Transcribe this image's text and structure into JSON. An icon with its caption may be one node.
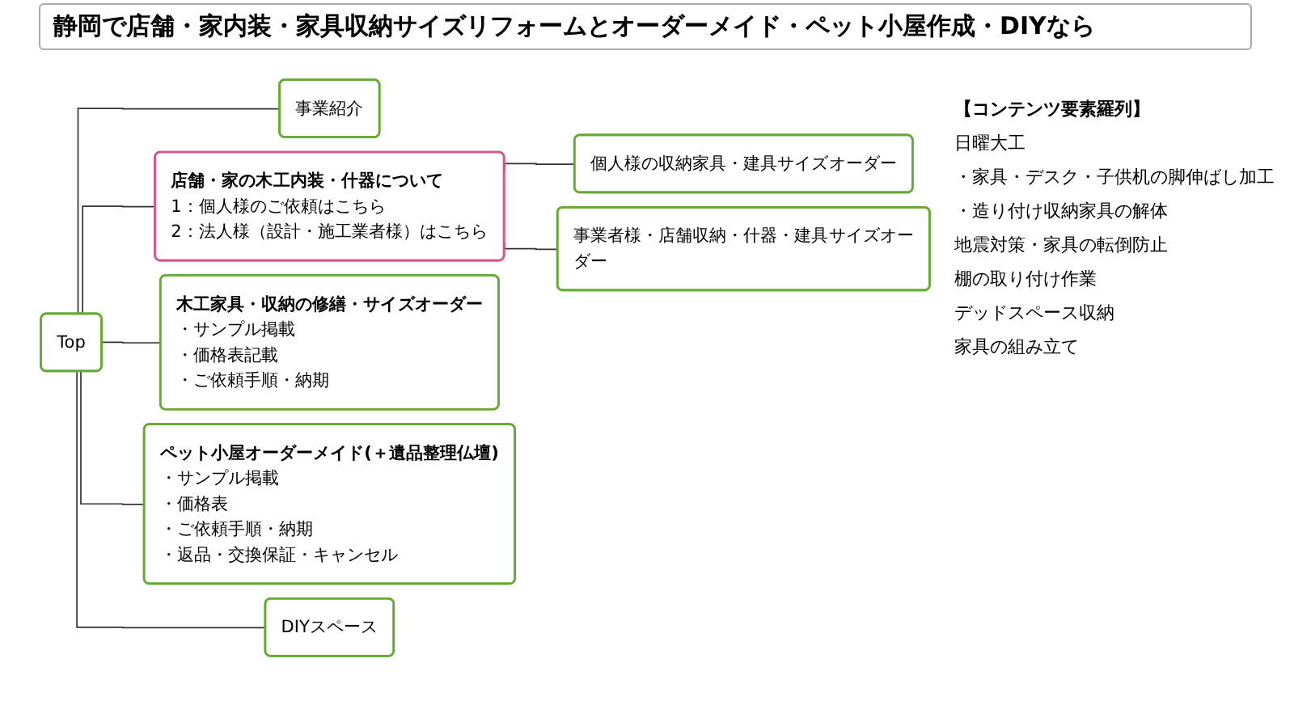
{
  "diagram": {
    "title": "静岡で店舗・家内装・家具収納サイズリフォームとオーダーメイド・ペット小屋作成・DIYなら",
    "nodes": [
      {
        "text": [
          "Top"
        ]
      },
      {
        "text": [
          "事業紹介"
        ]
      },
      {
        "text": [
          "店舗・家の木工内装・什器について",
          "1：個人様のご依頼はこちら",
          "2：法人様（設計・施工業者様）はこちら"
        ]
      },
      {
        "text": [
          "個人様の収納家具・建具サイズオーダー"
        ]
      },
      {
        "text": [
          "事業者様・店舗収納・什器・建具サイズオーダー"
        ]
      },
      {
        "text": [
          "木工家具・収納の修繕・サイズオーダー",
          "・サンプル掲載",
          "・価格表記載",
          "・ご依頼手順・納期"
        ]
      },
      {
        "text": [
          "ペット小屋オーダーメイド(＋遺品整理仏壇)",
          "・サンプル掲載",
          "・価格表",
          "・ご依頼手順・納期",
          "・返品・交換保証・キャンセル"
        ]
      },
      {
        "text": [
          "DIYスペース"
        ]
      }
    ],
    "edges": [
      {
        "from": 0,
        "to": 1,
        "arrow": "none"
      },
      {
        "from": 0,
        "to": 2,
        "arrow": "none"
      },
      {
        "from": 0,
        "to": 5,
        "arrow": "none"
      },
      {
        "from": 0,
        "to": 6,
        "arrow": "none"
      },
      {
        "from": 0,
        "to": 7,
        "arrow": "none"
      },
      {
        "from": 2,
        "to": 3,
        "arrow": "none"
      },
      {
        "from": 2,
        "to": 4,
        "arrow": "none"
      }
    ],
    "labels": [
      "【コンテンツ要素羅列】",
      "日曜大工",
      "・家具・デスク・子供机の脚伸ばし加工",
      "・造り付け収納家具の解体",
      "地震対策・家具の転倒防止",
      "棚の取り付け作業",
      "デッドスペース収納",
      "家具の組み立て"
    ]
  }
}
